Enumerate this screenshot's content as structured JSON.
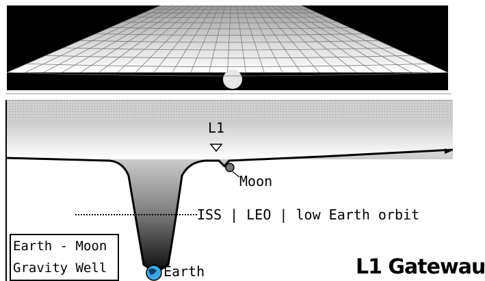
{
  "diagram": {
    "labels": {
      "l1": "L1",
      "moon": "Moon",
      "iss": "ISS | LEO | low Earth orbit",
      "earth": "Earth",
      "gateway": "L1 Gatewau"
    },
    "caption": {
      "line1": "Earth - Moon",
      "line2": "Gravity Well"
    }
  }
}
